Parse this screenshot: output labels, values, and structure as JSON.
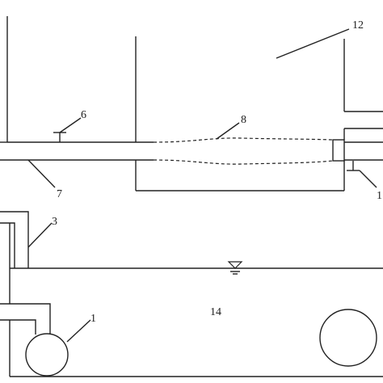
{
  "labels": {
    "l1": "1",
    "l3": "3",
    "l6": "6",
    "l7": "7",
    "l8": "8",
    "l12": "12",
    "l14": "14",
    "l1x": "1"
  },
  "colors": {
    "line": "#222222",
    "background": "#ffffff"
  }
}
